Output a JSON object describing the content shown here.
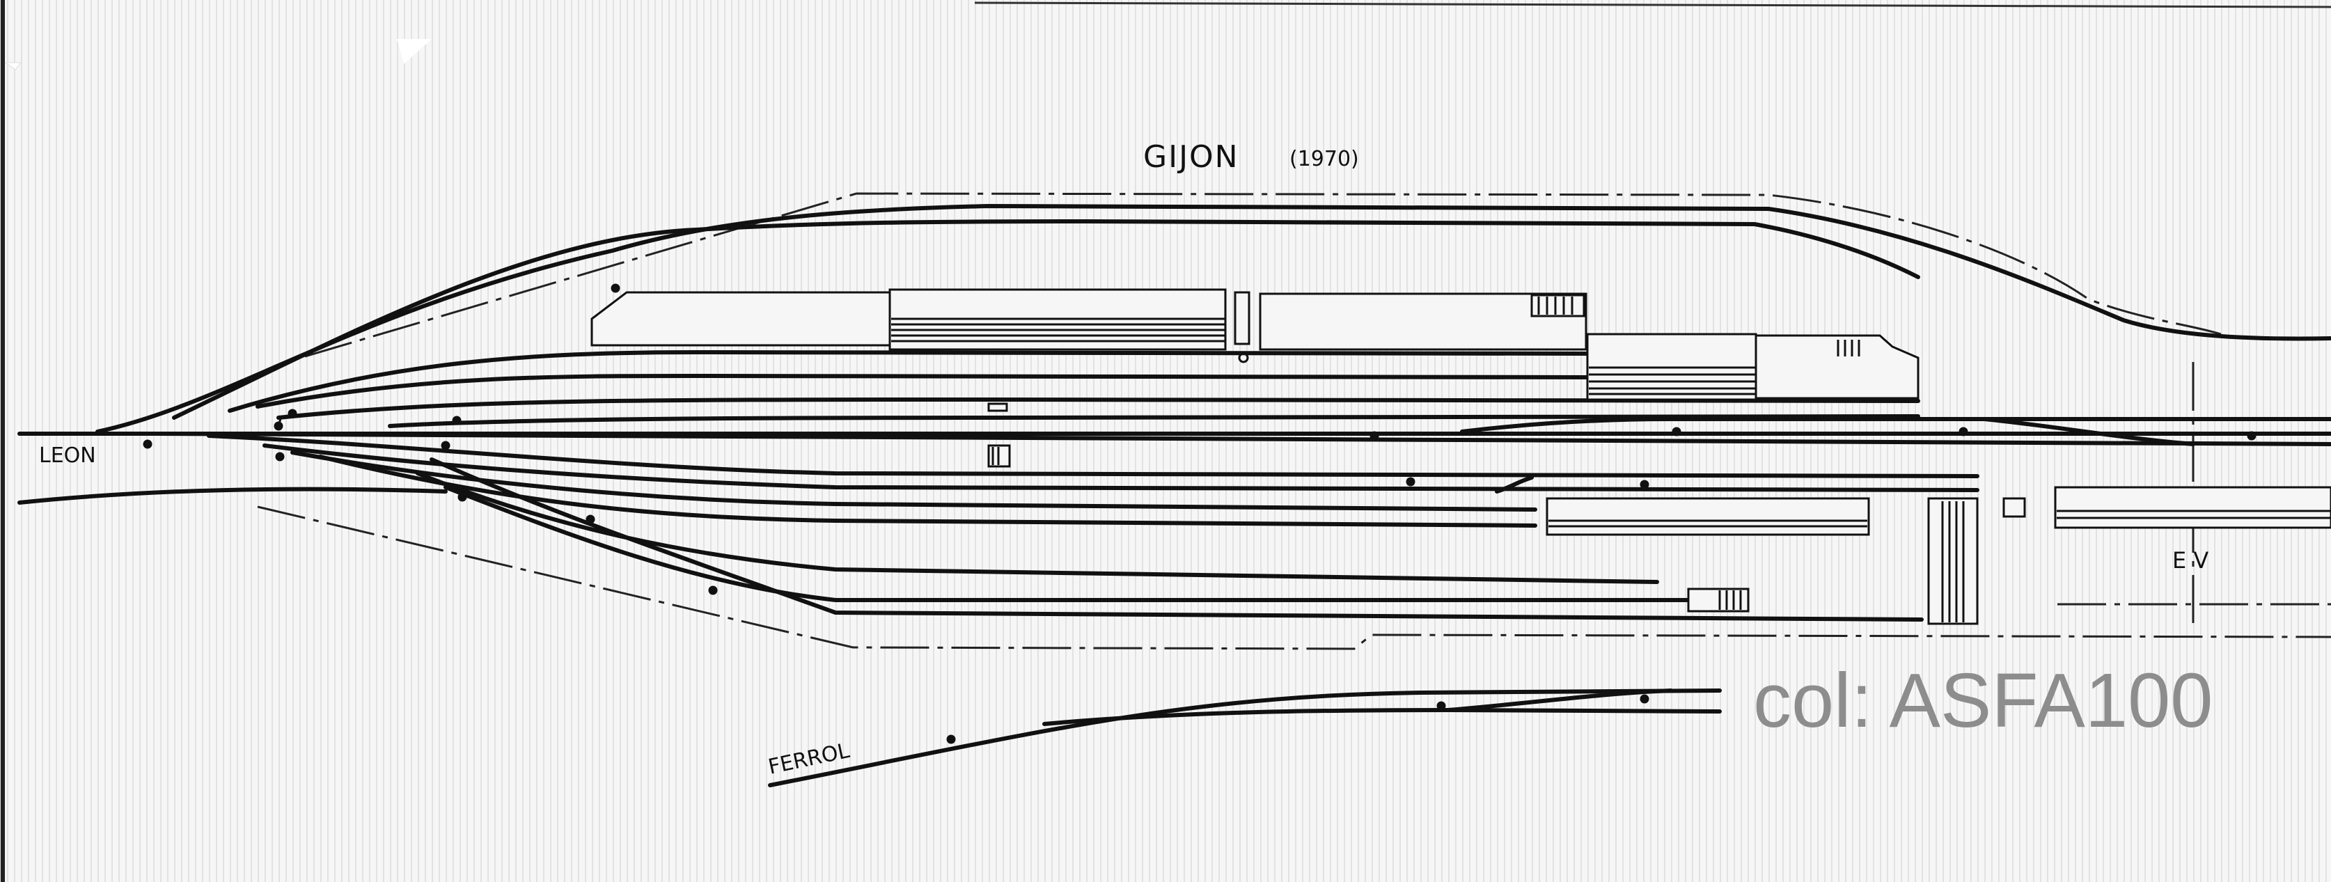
{
  "title": "GIJON",
  "year": "(1970)",
  "labels": {
    "leon": "LEON",
    "ferrol": "FERROL",
    "ev": "E V"
  },
  "watermark": "col: ASFA100",
  "colors": {
    "paper": "#f6f6f6",
    "ink": "#111111",
    "watermark": "#8d8d8d"
  }
}
